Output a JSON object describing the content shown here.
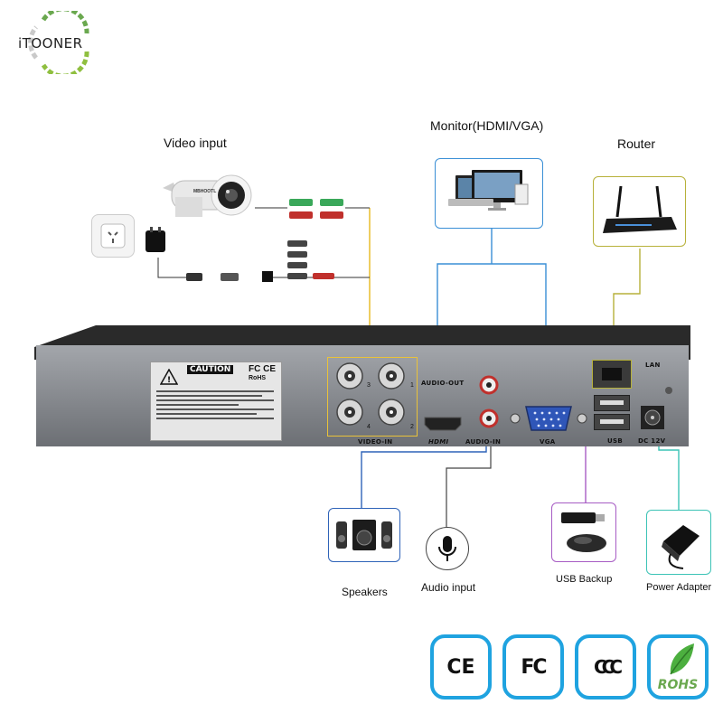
{
  "brand": {
    "logo_text": "iTOONER"
  },
  "labels": {
    "video_input": "Video input",
    "monitor": "Monitor(HDMI/VGA)",
    "router": "Router",
    "speakers": "Speakers",
    "audio_input": "Audio input",
    "usb_backup": "USB Backup",
    "power_adapter": "Power Adapter"
  },
  "panel": {
    "caution_title": "CAUTION",
    "audio_out": "AUDIO-OUT",
    "audio_in": "AUDIO-IN",
    "video_in": "VIDEO-IN",
    "hdmi": "HDMI",
    "vga": "VGA",
    "usb": "USB",
    "dc": "DC 12V",
    "lan": "LAN",
    "camera_brand": "MBHOOTL",
    "bnc_numbers": [
      "3",
      "1",
      "4",
      "2"
    ]
  },
  "certifications": [
    "CE",
    "FC",
    "CCC",
    "ROHS"
  ],
  "colors": {
    "video_line": "#e9c23a",
    "monitor_line": "#3a8fd6",
    "router_line": "#b7b13a",
    "speaker_line": "#2f63b8",
    "audio_line": "#444444",
    "usb_line": "#a75cc4",
    "power_line": "#3cc3b6",
    "cert_border": "#1fa3e0"
  }
}
